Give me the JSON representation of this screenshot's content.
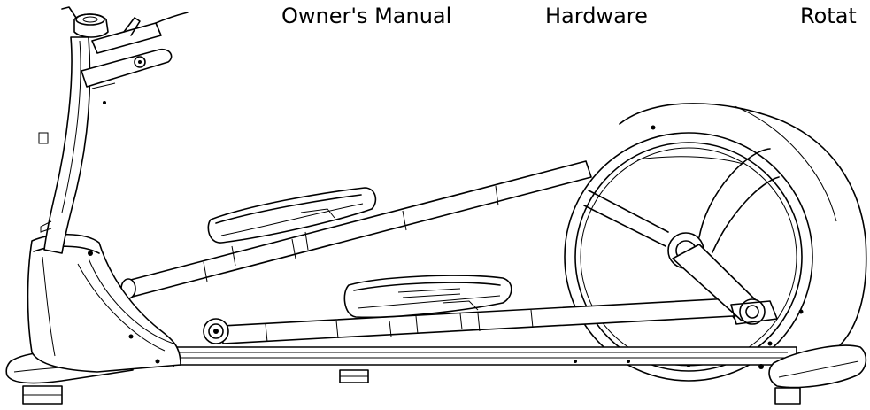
{
  "labels": {
    "manual": "Owner's Manual",
    "hardware": "Hardware",
    "rotat": "Rotat"
  },
  "colors": {
    "line": "#000000",
    "background": "#ffffff"
  },
  "icons": {
    "machine": "elliptical-trainer-line-drawing"
  }
}
